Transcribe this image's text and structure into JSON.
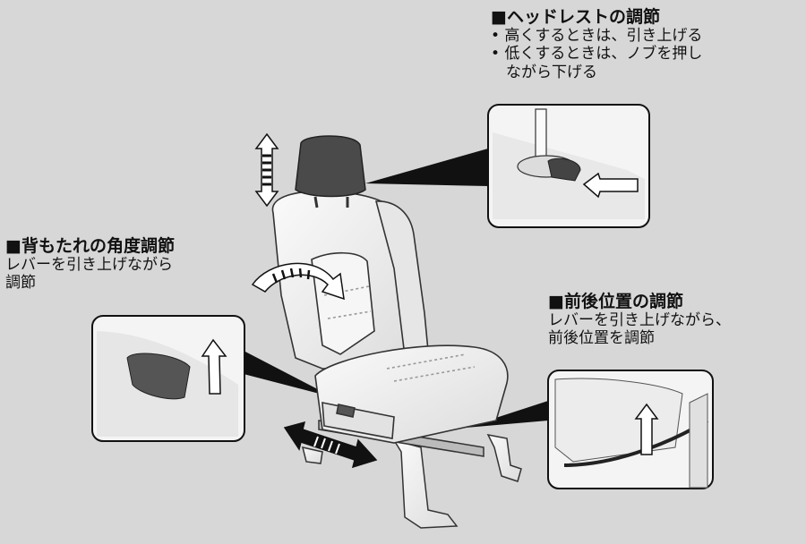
{
  "headrest": {
    "title": "■ヘッドレストの調節",
    "bullets": [
      "• 高くするときは、引き上げる",
      "• 低くするときは、ノブを押し",
      "　ながら下げる"
    ]
  },
  "recline": {
    "title": "■背もたれの角度調節",
    "lines": [
      "レバーを引き上げながら",
      "調節"
    ]
  },
  "slide": {
    "title": "■前後位置の調節",
    "lines": [
      "レバーを引き上げながら、",
      "前後位置を調節"
    ]
  },
  "colors": {
    "background": "#d7d7d7",
    "seat_fill": "#efefef",
    "seat_outline": "#333333",
    "headrest_fill": "#4a4a4a",
    "inset_fill": "#f4f4f4"
  }
}
